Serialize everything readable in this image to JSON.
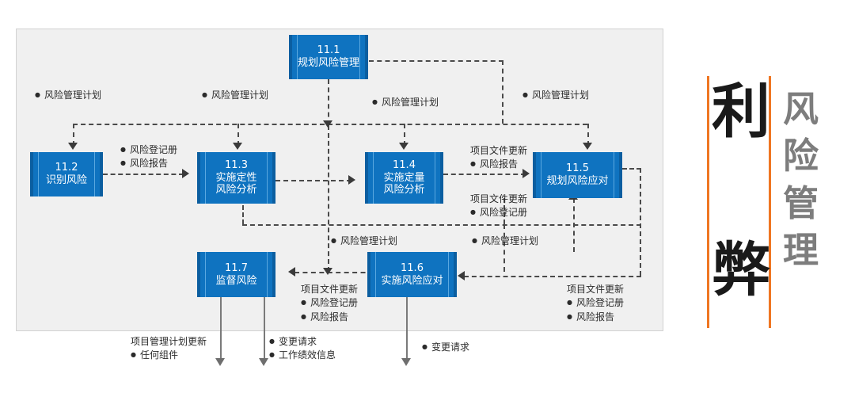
{
  "diagram": {
    "boxes": [
      {
        "id": "11-1",
        "num": "11.1",
        "name": "规划风险管理"
      },
      {
        "id": "11-2",
        "num": "11.2",
        "name": "识别风险"
      },
      {
        "id": "11-3",
        "num": "11.3",
        "name": "实施定性\n风险分析",
        "line1": "实施定性",
        "line2": "风险分析"
      },
      {
        "id": "11-4",
        "num": "11.4",
        "name": "实施定量\n风险分析",
        "line1": "实施定量",
        "line2": "风险分析"
      },
      {
        "id": "11-5",
        "num": "11.5",
        "name": "规划风险应对"
      },
      {
        "id": "11-6",
        "num": "11.6",
        "name": "实施风险应对"
      },
      {
        "id": "11-7",
        "num": "11.7",
        "name": "监督风险"
      }
    ],
    "labels": {
      "plan_a": "风险管理计划",
      "plan_b": "风险管理计划",
      "plan_c": "风险管理计划",
      "plan_d": "风险管理计划",
      "plan_mid": "风险管理计划",
      "plan_right": "风险管理计划",
      "register_report": {
        "b1": "风险登记册",
        "b2": "风险报告"
      },
      "doc_update_report": {
        "hdr": "项目文件更新",
        "b1": "风险报告"
      },
      "doc_update_register": {
        "hdr": "项目文件更新",
        "b1": "风险登记册"
      },
      "doc_update_mid": {
        "hdr": "项目文件更新",
        "b1": "风险登记册",
        "b2": "风险报告"
      },
      "doc_update_right": {
        "hdr": "项目文件更新",
        "b1": "风险登记册",
        "b2": "风险报告"
      },
      "pm_plan_update": {
        "hdr": "项目管理计划更新",
        "b1": "任何组件"
      },
      "change_work": {
        "b1": "变更请求",
        "b2": "工作绩效信息"
      },
      "change_req": {
        "b1": "变更请求"
      }
    }
  },
  "hero": {
    "big_top": "利",
    "big_bottom": "弊",
    "side_chars": [
      "风",
      "险",
      "管",
      "理"
    ],
    "accent_color": "#ef7622",
    "side_color": "#7d7d7d"
  },
  "theme": {
    "box_fill": "#0f73c0",
    "box_edge": "#0b5ea0",
    "panel_bg": "#f0f0f0",
    "connector": "#4a4a4a"
  }
}
